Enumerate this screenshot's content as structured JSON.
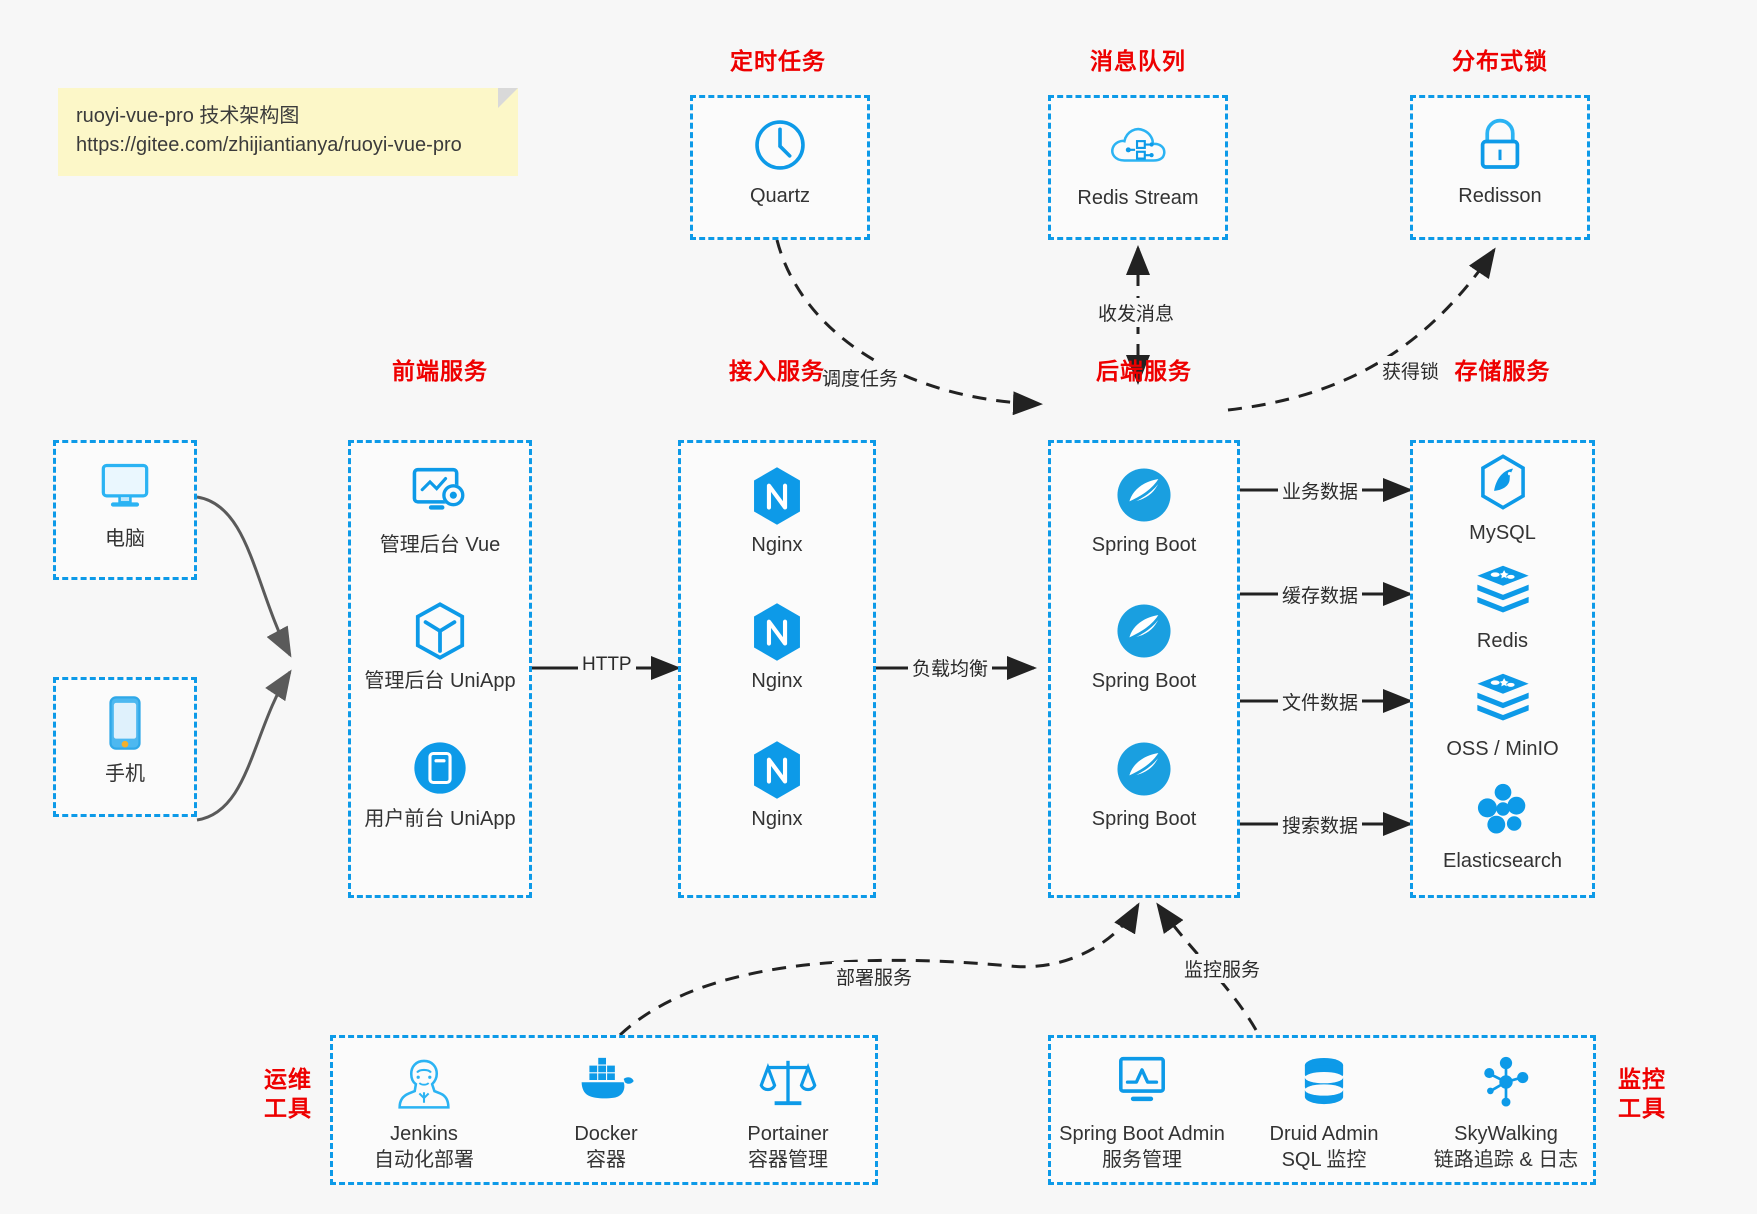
{
  "note": {
    "line1": "ruoyi-vue-pro 技术架构图",
    "line2": "https://gitee.com/zhijiantianya/ruoyi-vue-pro"
  },
  "colors": {
    "accent": "#0d9ae8",
    "title": "#ee0000",
    "canvas": "#f7f7f7",
    "note": "#fcf7c8",
    "edge": "#4d4d4d",
    "text": "#333333"
  },
  "groups": {
    "scheduled_task": {
      "title": "定时任务",
      "items": [
        {
          "label": "Quartz",
          "icon": "clock-icon"
        }
      ]
    },
    "message_queue": {
      "title": "消息队列",
      "items": [
        {
          "label": "Redis Stream",
          "icon": "cloud-stream-icon"
        }
      ]
    },
    "distributed_lock": {
      "title": "分布式锁",
      "items": [
        {
          "label": "Redisson",
          "icon": "lock-icon"
        }
      ]
    },
    "clients": {
      "items": [
        {
          "label": "电脑",
          "icon": "desktop-icon"
        },
        {
          "label": "手机",
          "icon": "mobile-icon"
        }
      ]
    },
    "frontend": {
      "title": "前端服务",
      "items": [
        {
          "label": "管理后台 Vue",
          "icon": "admin-vue-icon"
        },
        {
          "label": "管理后台 UniApp",
          "icon": "cube-icon"
        },
        {
          "label": "用户前台 UniApp",
          "icon": "app-icon"
        }
      ]
    },
    "access": {
      "title": "接入服务",
      "items": [
        {
          "label": "Nginx",
          "icon": "nginx-icon"
        },
        {
          "label": "Nginx",
          "icon": "nginx-icon"
        },
        {
          "label": "Nginx",
          "icon": "nginx-icon"
        }
      ]
    },
    "backend": {
      "title": "后端服务",
      "items": [
        {
          "label": "Spring Boot",
          "icon": "spring-boot-icon"
        },
        {
          "label": "Spring Boot",
          "icon": "spring-boot-icon"
        },
        {
          "label": "Spring Boot",
          "icon": "spring-boot-icon"
        }
      ]
    },
    "storage": {
      "title": "存储服务",
      "items": [
        {
          "label": "MySQL",
          "icon": "mysql-icon"
        },
        {
          "label": "Redis",
          "icon": "redis-icon"
        },
        {
          "label": "OSS / MinIO",
          "icon": "oss-minio-icon"
        },
        {
          "label": "Elasticsearch",
          "icon": "elasticsearch-icon"
        }
      ]
    },
    "devops": {
      "title": "运维\n工具",
      "title_line1": "运维",
      "title_line2": "工具",
      "items": [
        {
          "label": "Jenkins",
          "sub": "自动化部署",
          "icon": "jenkins-icon"
        },
        {
          "label": "Docker",
          "sub": "容器",
          "icon": "docker-icon"
        },
        {
          "label": "Portainer",
          "sub": "容器管理",
          "icon": "portainer-icon"
        }
      ]
    },
    "monitoring": {
      "title_line1": "监控",
      "title_line2": "工具",
      "items": [
        {
          "label": "Spring Boot Admin",
          "sub": "服务管理",
          "icon": "monitor-chart-icon"
        },
        {
          "label": "Druid Admin",
          "sub": "SQL 监控",
          "icon": "database-icon"
        },
        {
          "label": "SkyWalking",
          "sub": "链路追踪 & 日志",
          "icon": "skywalking-icon"
        }
      ]
    }
  },
  "edges": [
    {
      "id": "schedule",
      "label": "调度任务"
    },
    {
      "id": "mq",
      "label": "收发消息"
    },
    {
      "id": "lock",
      "label": "获得锁"
    },
    {
      "id": "http",
      "label": "HTTP"
    },
    {
      "id": "lb",
      "label": "负载均衡"
    },
    {
      "id": "biz",
      "label": "业务数据"
    },
    {
      "id": "cache",
      "label": "缓存数据"
    },
    {
      "id": "file",
      "label": "文件数据"
    },
    {
      "id": "search",
      "label": "搜索数据"
    },
    {
      "id": "deploy",
      "label": "部署服务"
    },
    {
      "id": "monitor",
      "label": "监控服务"
    }
  ]
}
